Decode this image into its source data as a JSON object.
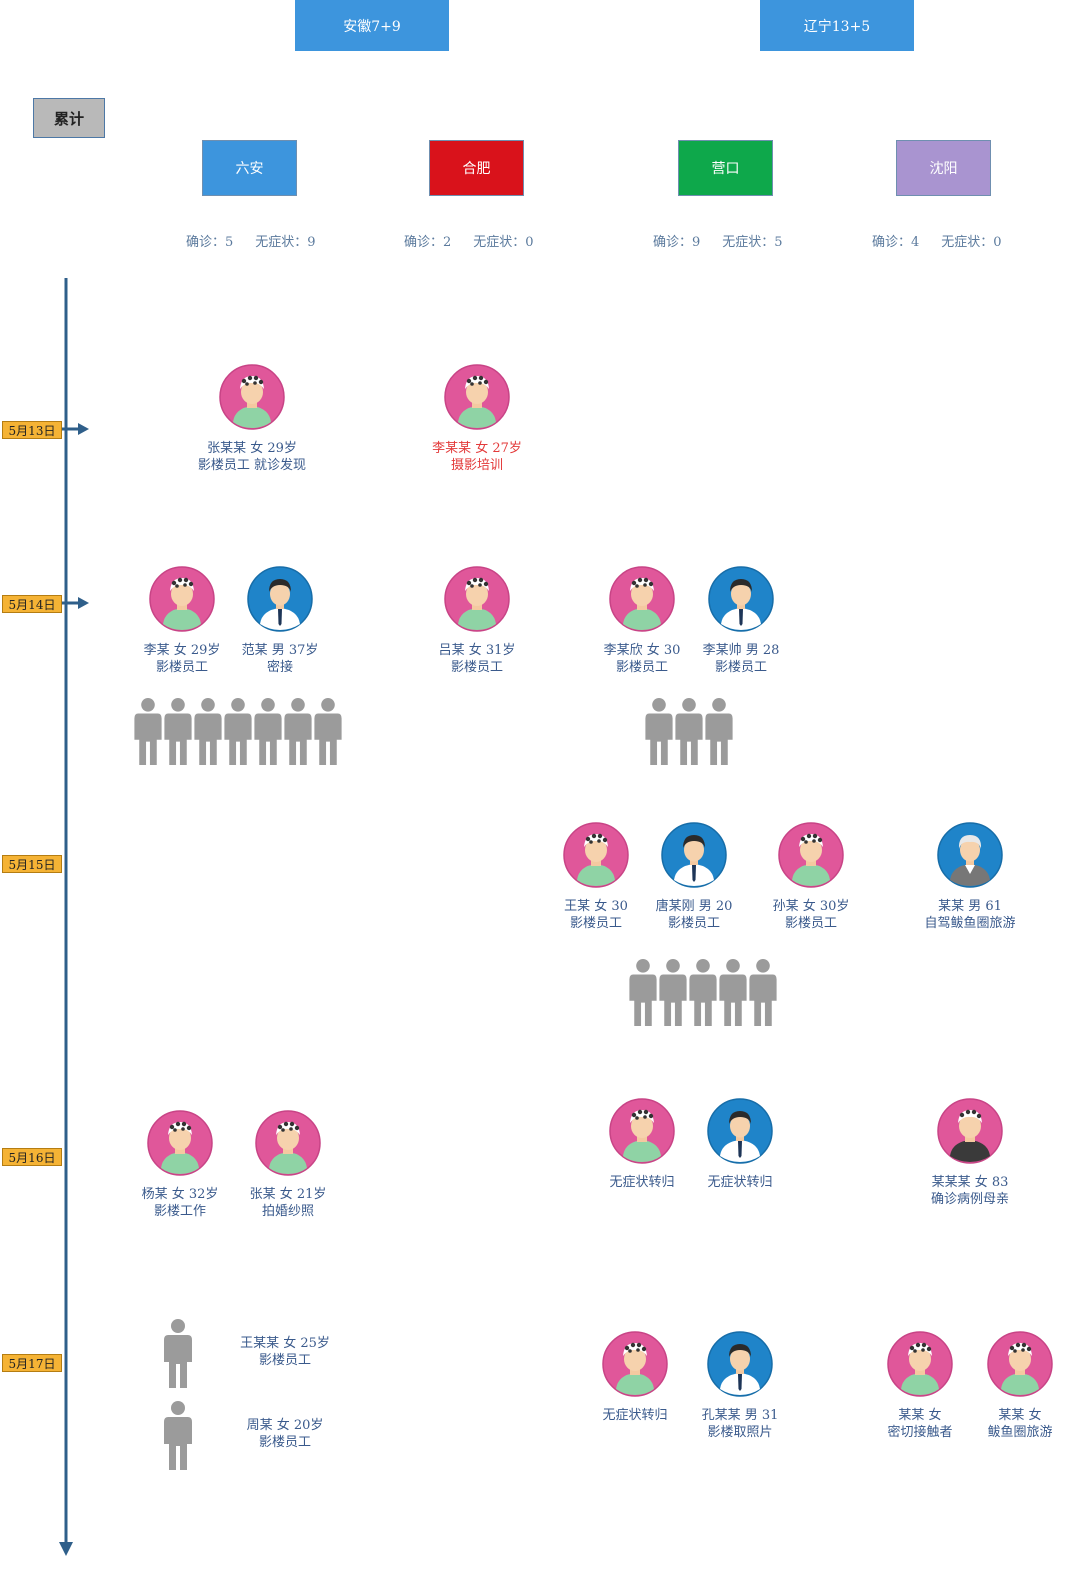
{
  "provinces": [
    {
      "label": "安徽7+9",
      "color": "#3d95dd"
    },
    {
      "label": "辽宁13+5",
      "color": "#3d95dd"
    }
  ],
  "cumulative_label": "累计",
  "cities": [
    {
      "label": "六安",
      "color": "#3d95dd",
      "stat_confirmed": "确诊：5",
      "stat_asym": "无症状：9"
    },
    {
      "label": "合肥",
      "color": "#d9121b",
      "stat_confirmed": "确诊：2",
      "stat_asym": "无症状：0"
    },
    {
      "label": "营口",
      "color": "#0ea84b",
      "stat_confirmed": "确诊：9",
      "stat_asym": "无症状：5"
    },
    {
      "label": "沈阳",
      "color": "#a994d0",
      "stat_confirmed": "确诊：4",
      "stat_asym": "无症状：0"
    }
  ],
  "dates": [
    "5月13日",
    "5月14日",
    "5月15日",
    "5月16日",
    "5月17日"
  ],
  "cases": [
    {
      "icon": "female",
      "l1": "张某某  女  29岁",
      "l2": "影楼员工  就诊发现"
    },
    {
      "icon": "female",
      "l1": "李某某  女  27岁",
      "l2": "摄影培训",
      "highlight": true
    },
    {
      "icon": "female",
      "l1": "李某  女  29岁",
      "l2": "影楼员工"
    },
    {
      "icon": "male",
      "l1": "范某  男  37岁",
      "l2": "密接"
    },
    {
      "icon": "female",
      "l1": "吕某  女  31岁",
      "l2": "影楼员工"
    },
    {
      "icon": "female",
      "l1": "李某欣  女  30",
      "l2": "影楼员工"
    },
    {
      "icon": "male",
      "l1": "李某帅  男  28",
      "l2": "影楼员工"
    },
    {
      "icon": "female",
      "l1": "王某  女  30",
      "l2": "影楼员工"
    },
    {
      "icon": "male",
      "l1": "唐某刚  男  20",
      "l2": "影楼员工"
    },
    {
      "icon": "female",
      "l1": "孙某  女  30岁",
      "l2": "影楼员工"
    },
    {
      "icon": "elder-male",
      "l1": "某某  男  61",
      "l2": "自驾鲅鱼圈旅游"
    },
    {
      "icon": "female",
      "l1": "杨某  女  32岁",
      "l2": "影楼工作"
    },
    {
      "icon": "female",
      "l1": "张某  女  21岁",
      "l2": "拍婚纱照"
    },
    {
      "icon": "female",
      "l1": "无症状转归",
      "l2": ""
    },
    {
      "icon": "male",
      "l1": "无症状转归",
      "l2": ""
    },
    {
      "icon": "elder-female",
      "l1": "某某某  女  83",
      "l2": "确诊病例母亲"
    },
    {
      "icon": "female",
      "l1": "无症状转归",
      "l2": ""
    },
    {
      "icon": "male",
      "l1": "孔某某  男  31",
      "l2": "影楼取照片"
    },
    {
      "icon": "female",
      "l1": "某某  女",
      "l2": "密切接触者"
    },
    {
      "icon": "female",
      "l1": "某某  女",
      "l2": "鲅鱼圈旅游"
    }
  ],
  "asymptomatic_cases": [
    {
      "l1": "王某某  女  25岁",
      "l2": "影楼员工"
    },
    {
      "l1": "周某  女  20岁",
      "l2": "影楼员工"
    }
  ],
  "crowds": [
    {
      "count": 7
    },
    {
      "count": 3
    },
    {
      "count": 5
    }
  ],
  "colors": {
    "timeline": "#2f5f8a",
    "date_tag": "#f5b335",
    "avatar_female_bg": "#e0579a",
    "avatar_male_bg": "#1f84c9",
    "silhouette": "#9b9b9b",
    "caption": "#3a5a8c",
    "highlight": "#e33a3a"
  }
}
